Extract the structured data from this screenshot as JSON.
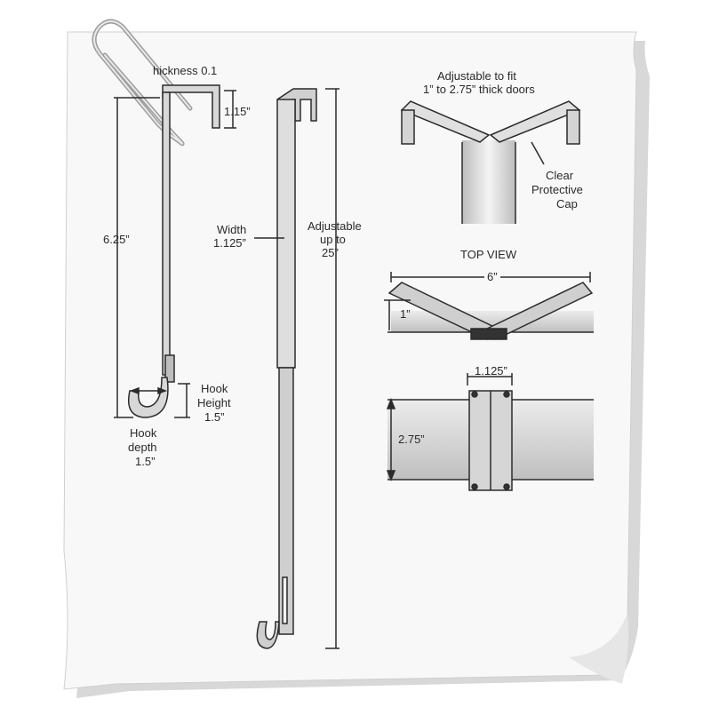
{
  "labels": {
    "thickness": "hickness 0.1",
    "hook_top": "1.15”",
    "height": "6.25”",
    "width_title": "Width",
    "width_value": "1.125”",
    "adjust_1": "Adjustable",
    "adjust_2": "up to",
    "adjust_3": "25”",
    "hook_height_1": "Hook",
    "hook_height_2": "Height",
    "hook_height_3": "1.5”",
    "hook_depth_1": "Hook",
    "hook_depth_2": "depth",
    "hook_depth_3": "1.5”",
    "fit_1": "Adjustable to fit",
    "fit_2": "1” to 2.75” thick doors",
    "cap_1": "Clear",
    "cap_2": "Protective",
    "cap_3": "Cap",
    "top_view": "TOP VIEW",
    "top_width": "6”",
    "top_depth": "1”",
    "bottom_width": "1.125”",
    "bottom_height": "2.75”"
  },
  "colors": {
    "paper": "#f7f7f7",
    "shadow": "#d9d9d9",
    "line": "#2b2b2b",
    "metal": "#dcdcdc",
    "metal_dark": "#9a9a9a",
    "clip": "#b8b8b8"
  }
}
